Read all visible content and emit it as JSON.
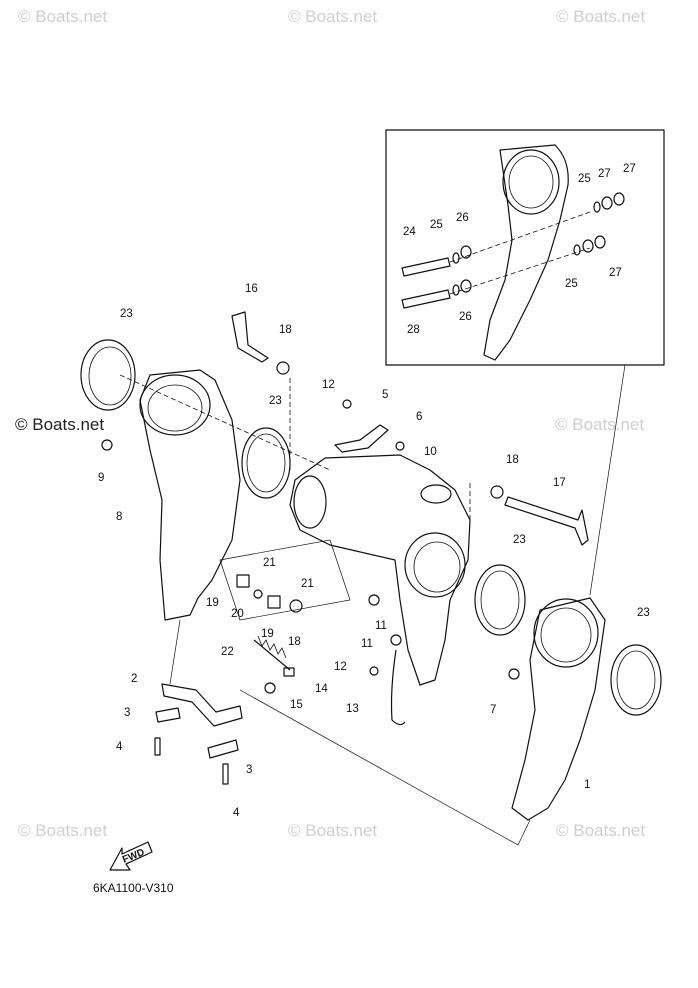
{
  "watermarks": [
    {
      "text": "© Boats.net",
      "style": "light"
    },
    {
      "text": "© Boats.net",
      "style": "dark"
    }
  ],
  "callouts": [
    "1",
    "2",
    "3",
    "3",
    "4",
    "4",
    "5",
    "6",
    "7",
    "8",
    "9",
    "10",
    "11",
    "11",
    "12",
    "12",
    "13",
    "14",
    "15",
    "16",
    "17",
    "18",
    "18",
    "18",
    "19",
    "19",
    "20",
    "21",
    "21",
    "22",
    "23",
    "23",
    "23",
    "23",
    "24",
    "25",
    "25",
    "25",
    "26",
    "26",
    "27",
    "27",
    "27",
    "28"
  ],
  "fwd_label": "FWD",
  "diagram_code": "6KA1100-V310"
}
